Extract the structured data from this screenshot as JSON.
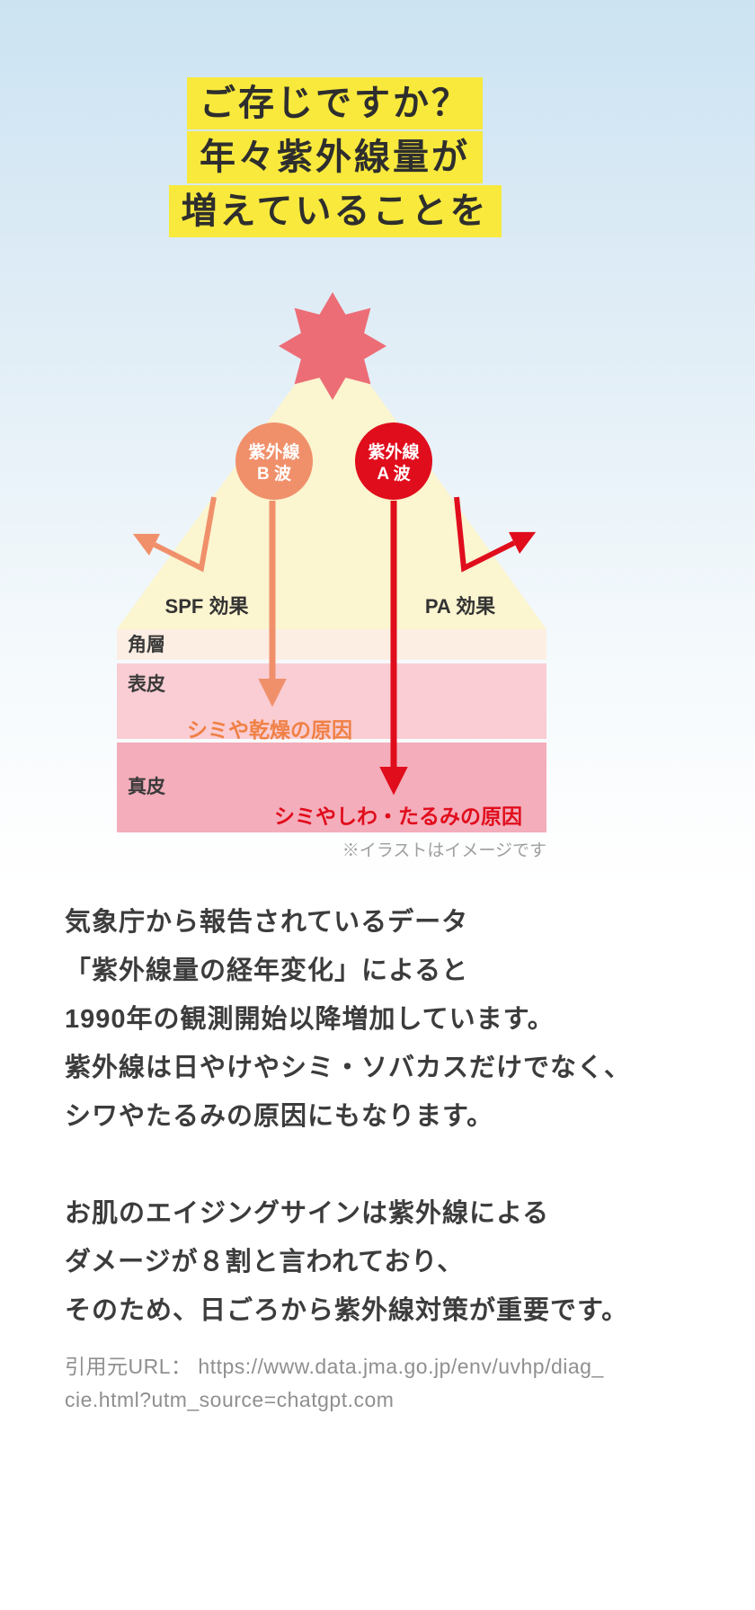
{
  "title": {
    "lines": [
      "ご存じですか？",
      "年々紫外線量が",
      "増えていることを"
    ],
    "highlight_color": "#f8e93c"
  },
  "diagram": {
    "sun_color": "#ec6d76",
    "beam_color": "#fbf5d0",
    "uvb": {
      "label_line1": "紫外線",
      "label_line2": "B 波",
      "color": "#f0906b"
    },
    "uva": {
      "label_line1": "紫外線",
      "label_line2": "A 波",
      "color": "#e00d1c"
    },
    "spf_label": "SPF 効果",
    "pa_label": "PA 効果",
    "layers": [
      {
        "name": "角層",
        "color": "#fdeee3"
      },
      {
        "name": "表皮",
        "color": "#f9cdd3"
      },
      {
        "name": "真皮",
        "color": "#f4adbb"
      }
    ],
    "uvb_effect": "シミや乾燥の原因",
    "uva_effect": "シミやしわ・たるみの原因",
    "note": "※イラストはイメージです"
  },
  "body": {
    "para1": [
      "気象庁から報告されているデータ",
      "「紫外線量の経年変化」によると",
      "1990年の観測開始以降増加しています。",
      "紫外線は日やけやシミ・ソバカスだけでなく、",
      "シワやたるみの原因にもなります。"
    ],
    "para2": [
      "お肌のエイジングサインは紫外線による",
      "ダメージが８割と言われており、",
      "そのため、日ごろから紫外線対策が重要です。"
    ]
  },
  "footer": {
    "lines": [
      "引用元URL： https://www.data.jma.go.jp/env/uvhp/diag_",
      "cie.html?utm_source=chatgpt.com"
    ]
  }
}
